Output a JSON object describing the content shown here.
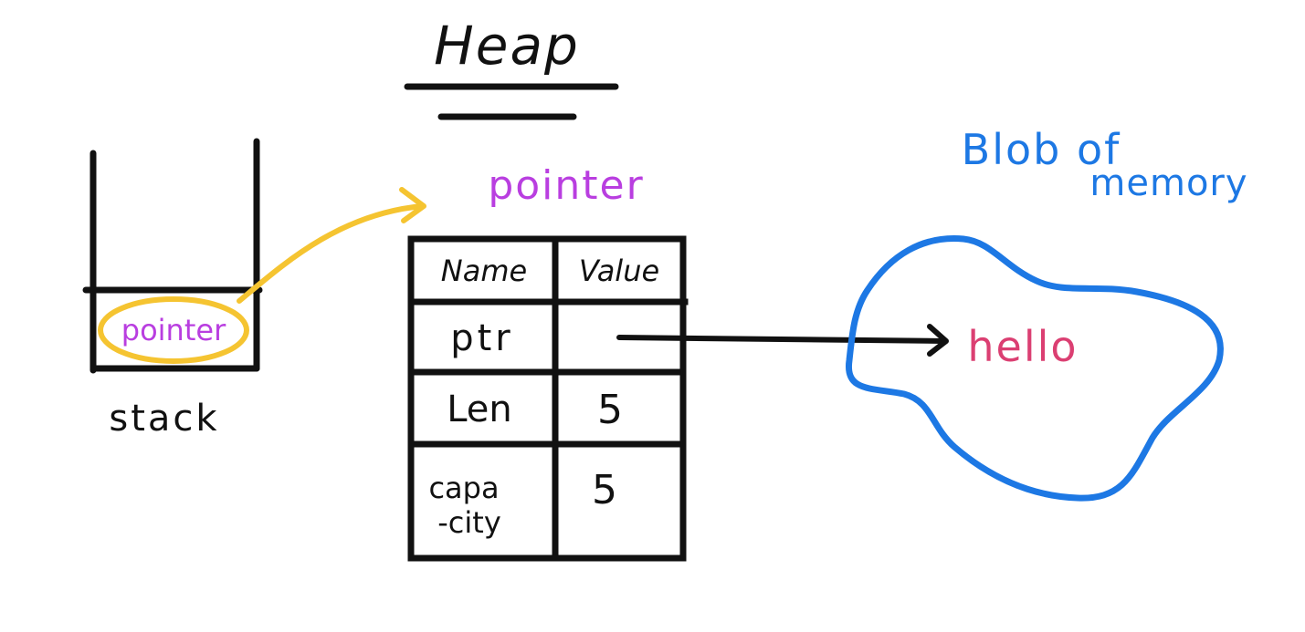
{
  "heap": {
    "title": "Heap"
  },
  "stack": {
    "label": "stack",
    "slot_text": "pointer"
  },
  "pointer_label": "pointer",
  "table": {
    "headers": [
      "Name",
      "Value"
    ],
    "rows": [
      {
        "name": "ptr",
        "value": ""
      },
      {
        "name": "Len",
        "value": "5"
      },
      {
        "name_line1": "capa",
        "name_line2": "-city",
        "value": "5"
      }
    ]
  },
  "blob": {
    "label_line1": "Blob of",
    "label_line2": "memory",
    "content": "hello"
  },
  "colors": {
    "ink": "#111111",
    "purple": "#b93ee0",
    "yellow": "#f5c431",
    "blue": "#1d78e4",
    "pink": "#db3f72"
  }
}
